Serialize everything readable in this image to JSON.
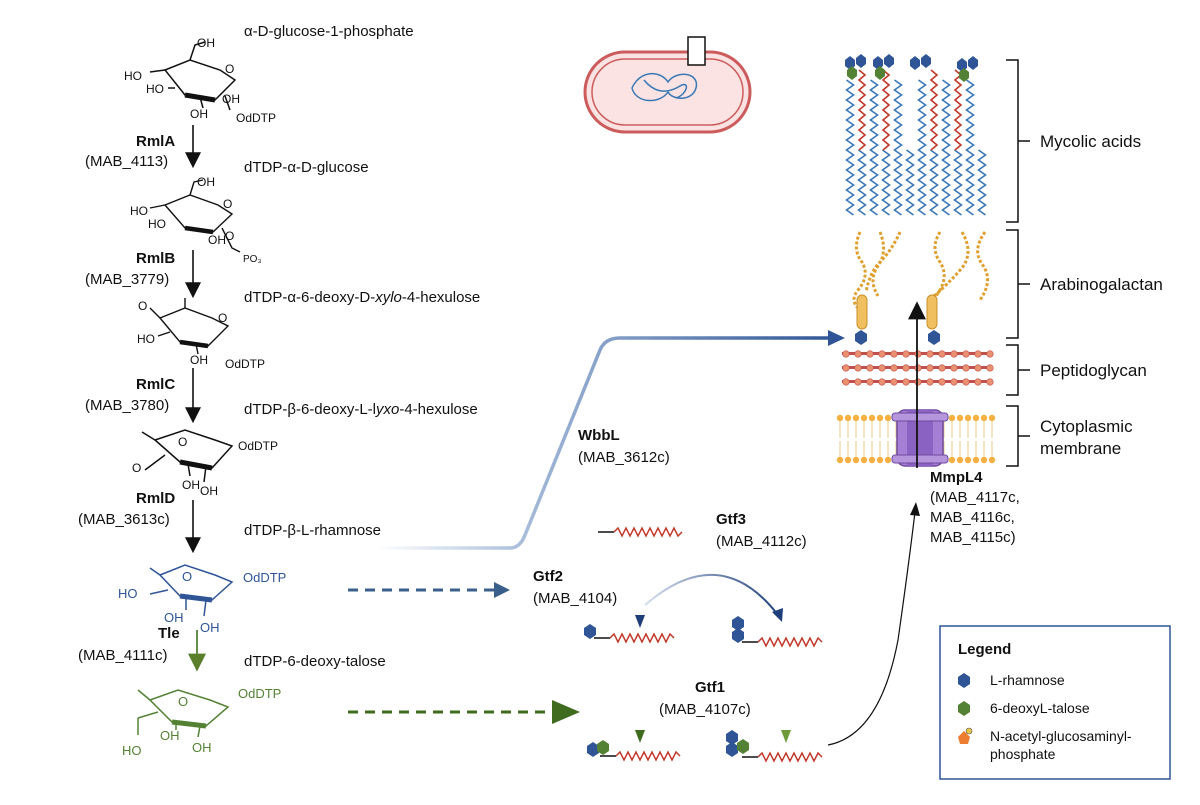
{
  "pathway": {
    "steps": [
      {
        "compound": "α-D-glucose-1-phosphate"
      },
      {
        "enzyme": "RmlA",
        "gene": "(MAB_4113)",
        "compound": "dTDP-α-D-glucose"
      },
      {
        "enzyme": "RmlB",
        "gene": "(MAB_3779)",
        "compound_pre": "dTDP-α-6-deoxy-D-",
        "compound_ital": "xylo",
        "compound_post": "-4-hexulose"
      },
      {
        "enzyme": "RmlC",
        "gene": "(MAB_3780)",
        "compound_pre": "dTDP-β-6-deoxy-L-l",
        "compound_ital": "yxo",
        "compound_post": "-4-hexulose"
      },
      {
        "enzyme": "RmlD",
        "gene": "(MAB_3613c)",
        "compound": "dTDP-β-L-rhamnose"
      },
      {
        "enzyme": "Tle",
        "gene": "(MAB_4111c)",
        "compound": "dTDP-6-deoxy-talose"
      }
    ],
    "structure_labels": {
      "oh": "OH",
      "ho": "HO",
      "odtdp": "OdDTP",
      "o": "O",
      "po3": "PO₃"
    }
  },
  "transfer": {
    "wbbl": {
      "enzyme": "WbbL",
      "gene": "(MAB_3612c)"
    },
    "gtf2": {
      "enzyme": "Gtf2",
      "gene": "(MAB_4104)"
    },
    "gtf3": {
      "enzyme": "Gtf3",
      "gene": "(MAB_4112c)"
    },
    "gtf1": {
      "enzyme": "Gtf1",
      "gene": "(MAB_4107c)"
    },
    "mmpl4": {
      "enzyme": "MmpL4",
      "genes": [
        "(MAB_4117c,",
        "MAB_4116c,",
        "MAB_4115c)"
      ]
    }
  },
  "envelope": {
    "layers": [
      "Mycolic acids",
      "Arabinogalactan",
      "Peptidoglycan",
      "Cytoplasmic",
      "membrane"
    ]
  },
  "legend": {
    "title": "Legend",
    "items": [
      {
        "label": "L-rhamnose",
        "color": "#2f5597",
        "icon": "blue-hexagon"
      },
      {
        "label": "6-deoxyL-talose",
        "color": "#548235",
        "icon": "green-hexagon"
      },
      {
        "label": "N-acetyl-glucosaminyl-",
        "label2": "phosphate",
        "color": "#ed7d31",
        "icon": "orange-pentagon"
      }
    ]
  },
  "colors": {
    "rhamnose": "#2f5597",
    "talose": "#548235",
    "lipid_red": "#c0392b",
    "lipid_blue": "#3a78b5",
    "arabinogalactan": "#e0a030"
  }
}
